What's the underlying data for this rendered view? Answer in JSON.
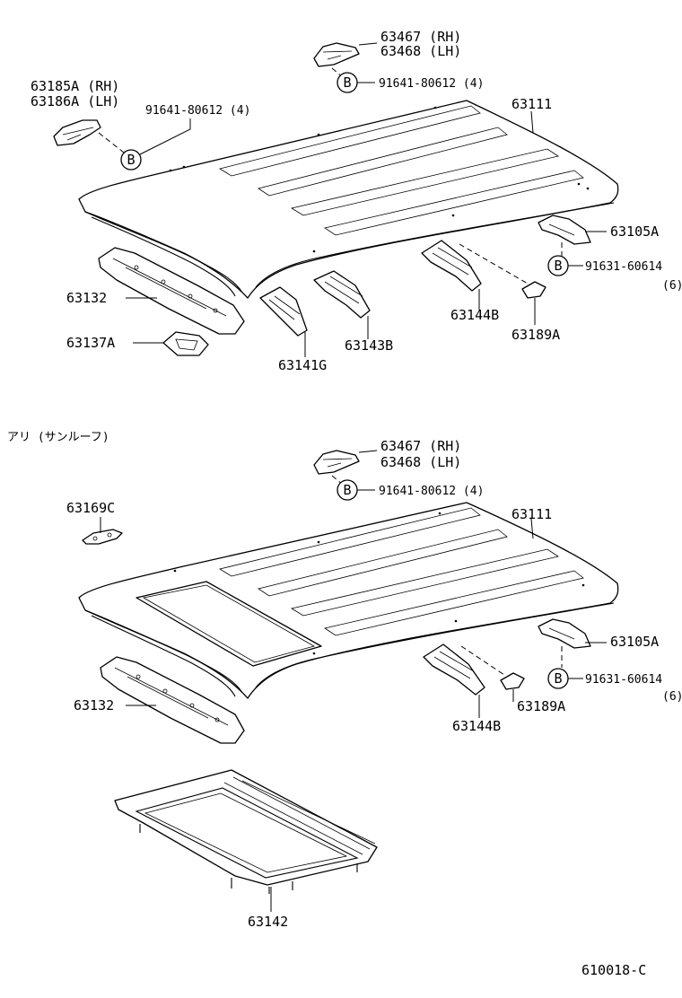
{
  "diagram": {
    "code": "610018-C",
    "section_label": "アリ (サンルーフ)",
    "bolt_symbol": "B",
    "upper": {
      "bracket_rear": [
        "63467 (RH)",
        "63468 (LH)"
      ],
      "bolt_top": "91641-80612 (4)",
      "bracket_front": [
        "63185A (RH)",
        "63186A (LH)"
      ],
      "bolt_left": "91641-80612 (4)",
      "roof_panel": "63111",
      "bracket_side": "63105A",
      "bolt_right": "91631-60614",
      "bolt_right_qty": "(6)",
      "header_panel": "63132",
      "reinforcement_small": "63137A",
      "bow_front": "63141G",
      "bow_mid": "63143B",
      "bow_rear": "63144B",
      "clip": "63189A"
    },
    "lower": {
      "bracket_rear": [
        "63467 (RH)",
        "63468 (LH)"
      ],
      "bolt_top": "91641-80612 (4)",
      "bracket_small": "63169C",
      "roof_panel": "63111",
      "bracket_side": "63105A",
      "bolt_right": "91631-60614",
      "bolt_right_qty": "(6)",
      "header_panel": "63132",
      "bow_rear": "63144B",
      "clip": "63189A",
      "sunroof_frame": "63142"
    }
  }
}
